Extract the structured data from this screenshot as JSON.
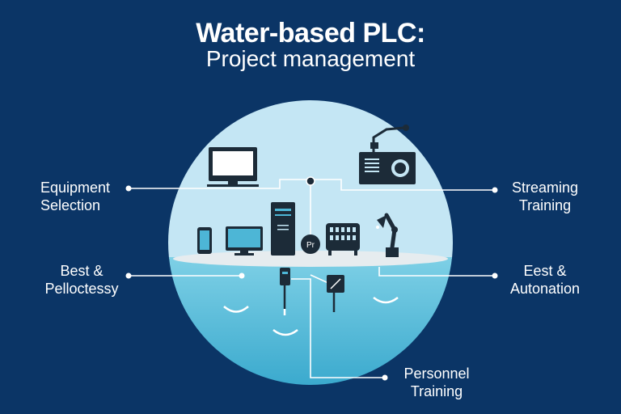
{
  "title": {
    "line1": "Water-based PLC:",
    "line2": "Project management"
  },
  "labels": {
    "equipment_selection": {
      "line1": "Equipment",
      "line2": "Selection"
    },
    "streaming_training": {
      "line1": "Streaming",
      "line2": "Training"
    },
    "best_pelloctessy": {
      "line1": "Best &",
      "line2": "Pelloctessy"
    },
    "eest_autonation": {
      "line1": "Eest &",
      "line2": "Autonation"
    },
    "personnel_training": {
      "line1": "Personnel",
      "line2": "Training"
    }
  },
  "icons": [
    "monitor-icon",
    "projector-icon",
    "phone-icon",
    "small-monitor-icon",
    "server-tower-icon",
    "plc-controller-icon",
    "robot-arm-icon",
    "sensor-probe-icon",
    "valve-box-icon"
  ],
  "colors": {
    "background": "#0b3566",
    "sky": "#c4e6f4",
    "water": "#4db6d6",
    "device": "#1c2b38",
    "line": "#ffffff"
  }
}
